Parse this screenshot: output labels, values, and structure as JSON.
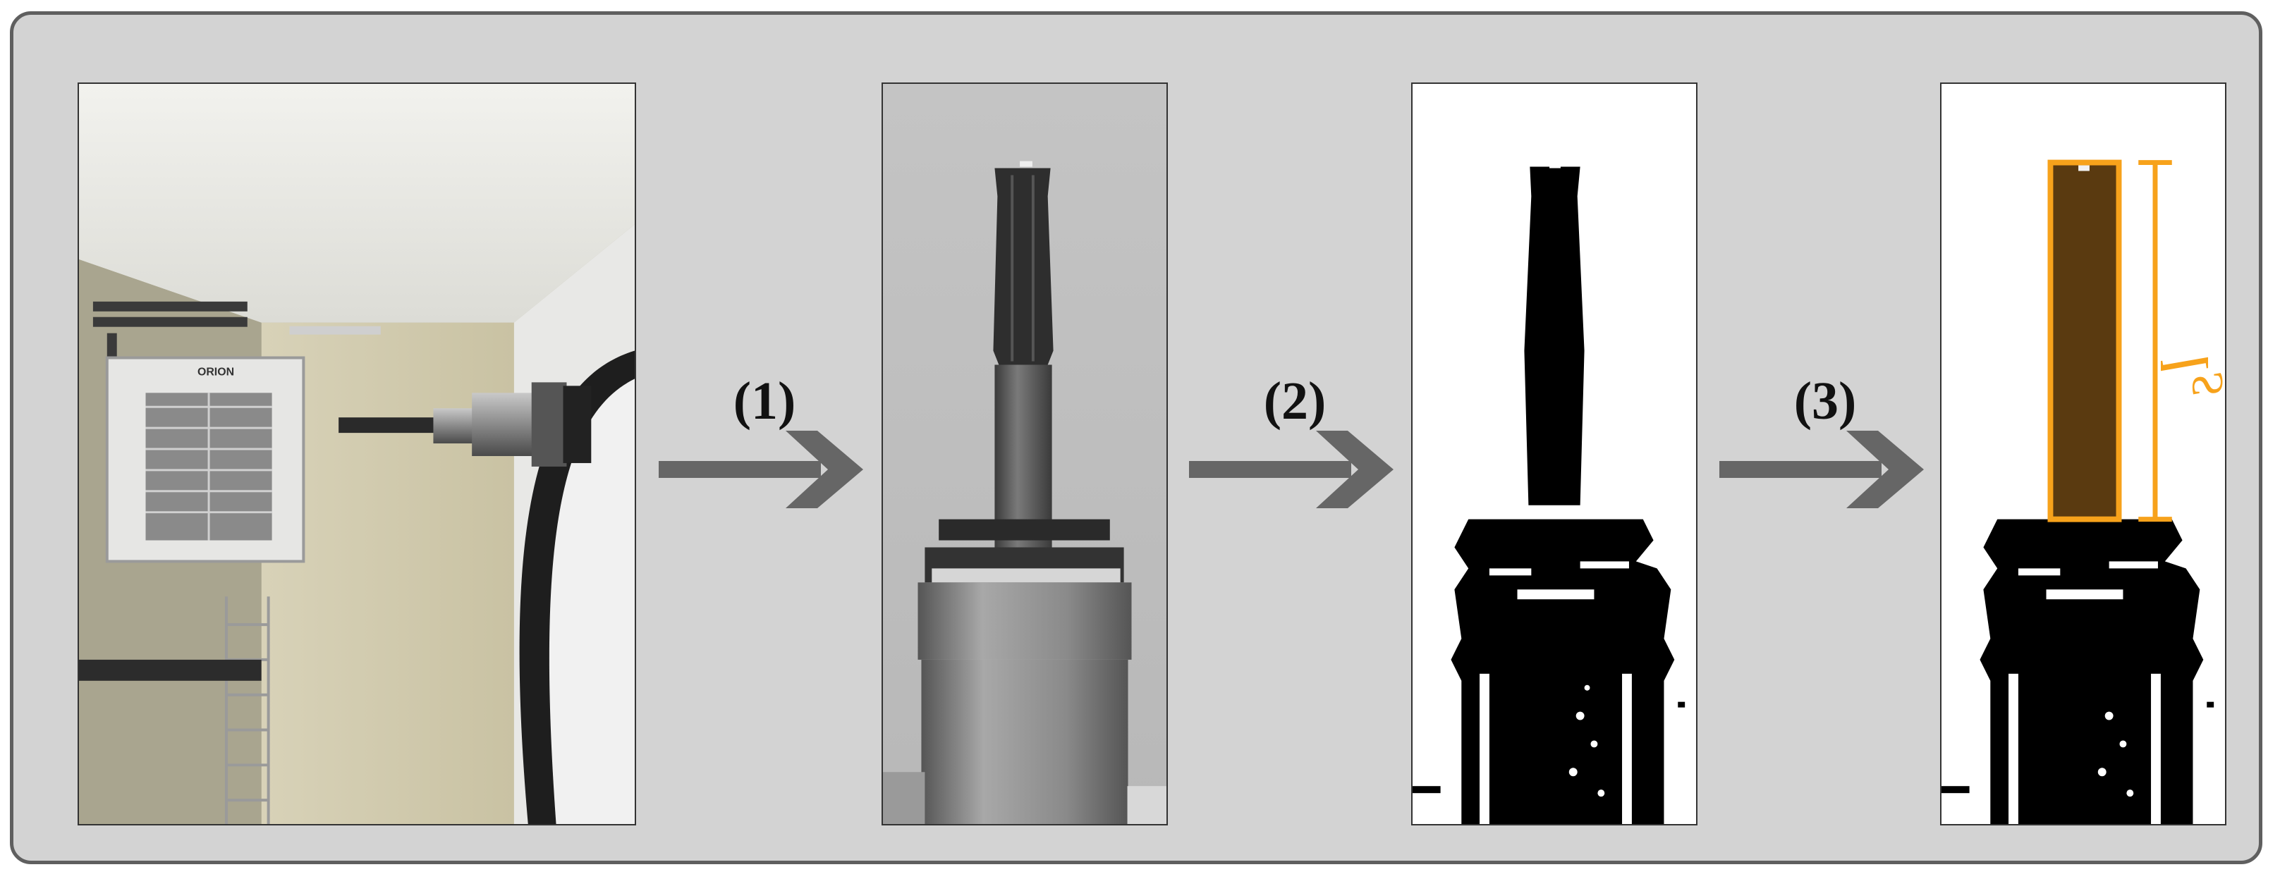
{
  "steps": [
    {
      "label": "(1)"
    },
    {
      "label": "(2)"
    },
    {
      "label": "(3)"
    }
  ],
  "photo": {
    "brand_text": "ORION"
  },
  "measurement": {
    "symbol": "l",
    "subscript": "S"
  },
  "colors": {
    "frame_fill": "#d3d3d3",
    "frame_border": "#5f5f5f",
    "arrow": "#666666",
    "highlight": "#f7a21b",
    "highlight_fill": "#5a3a10"
  }
}
